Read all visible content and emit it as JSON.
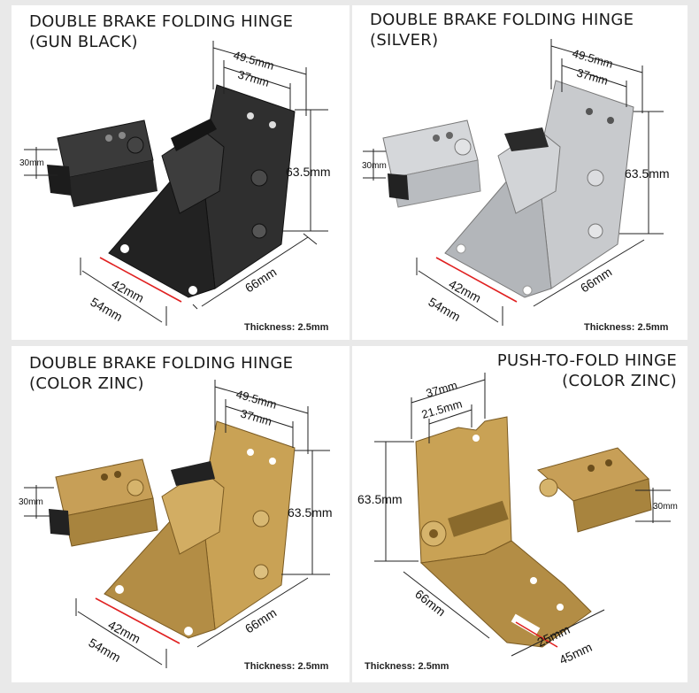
{
  "colors": {
    "background": "#e9e9e9",
    "panel": "#ffffff",
    "gun_black": "#2b2b2b",
    "silver": "#c6c8cb",
    "color_zinc": "#c9a255",
    "red_dimension": "#e02020"
  },
  "panels": [
    {
      "title_line1": "DOUBLE BRAKE FOLDING HINGE",
      "title_line2": "(GUN BLACK)",
      "thickness": "Thickness: 2.5mm",
      "dims": {
        "w_outer": "49.5mm",
        "w_inner": "37mm",
        "height": "63.5mm",
        "length": "66mm",
        "base_inner": "42mm",
        "base_outer": "54mm",
        "small": "30mm"
      }
    },
    {
      "title_line1": "DOUBLE BRAKE FOLDING HINGE",
      "title_line2": "(SILVER)",
      "thickness": "Thickness: 2.5mm",
      "dims": {
        "w_outer": "49.5mm",
        "w_inner": "37mm",
        "height": "63.5mm",
        "length": "66mm",
        "base_inner": "42mm",
        "base_outer": "54mm",
        "small": "30mm"
      }
    },
    {
      "title_line1": "DOUBLE BRAKE FOLDING HINGE",
      "title_line2": "(COLOR ZINC)",
      "thickness": "Thickness: 2.5mm",
      "dims": {
        "w_outer": "49.5mm",
        "w_inner": "37mm",
        "height": "63.5mm",
        "length": "66mm",
        "base_inner": "42mm",
        "base_outer": "54mm",
        "small": "30mm"
      }
    },
    {
      "title_line1": "PUSH-TO-FOLD HINGE",
      "title_line2": "(COLOR ZINC)",
      "thickness": "Thickness: 2.5mm",
      "dims": {
        "w_outer": "37mm",
        "w_inner": "21.5mm",
        "height": "63.5mm",
        "length": "66mm",
        "base_inner": "25mm",
        "base_outer": "45mm",
        "small": "30mm"
      }
    }
  ]
}
